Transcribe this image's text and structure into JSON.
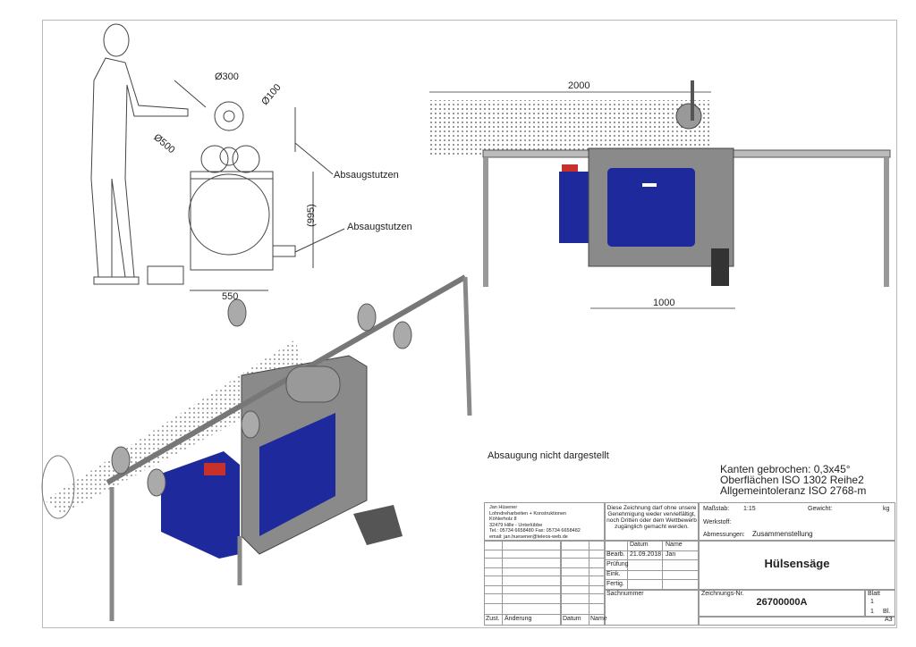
{
  "views": {
    "side": {
      "dia1": "Ø300",
      "dia2": "Ø100",
      "dia3": "Ø500",
      "suction1": "Absaugstutzen",
      "suction2": "Absaugstutzen",
      "height": "(995)",
      "width": "550"
    },
    "front": {
      "length": "2000",
      "width": "1000"
    },
    "iso": {
      "note": "Absaugung nicht dargestellt"
    }
  },
  "notes": [
    "Kanten gebrochen: 0,3x45°",
    "Oberflächen ISO 1302 Reihe2",
    "Allgemeintoleranz ISO 2768-m"
  ],
  "title_block": {
    "company": [
      "Jan Hüsener",
      "Lohndreharbeiten + Konstruktionen",
      "Köhlerholz 8",
      "32479 Hille - Unterlübbe",
      "Tel.: 05734 6658480  Fax: 05734 6658482",
      "email: jan.huesener@teleos-web.de"
    ],
    "copyright": "Diese Zeichnung darf ohne unsere Genehmigung weder vervielfältigt, noch Dritten oder dem Wettbewerb zugänglich gemacht werden.",
    "scale_label": "Maßstab:",
    "scale": "1:15",
    "weight_label": "Gewicht:",
    "weight_unit": "kg",
    "material_label": "Werkstoff:",
    "dimensions_label": "Abmessungen:",
    "dimensions": "Zusammenstellung",
    "date_header": "Datum",
    "name_header": "Name",
    "rows": [
      {
        "label": "Bearb.",
        "date": "21.09.2018",
        "name": "Jan"
      },
      {
        "label": "Prüfung"
      },
      {
        "label": "Eink."
      },
      {
        "label": "Fertig."
      }
    ],
    "part_number_label": "Sachnummer",
    "title": "Hülsensäge",
    "drawing_no_label": "Zeichnungs-Nr.",
    "drawing_no": "26700000A",
    "sheet_label": "Blatt",
    "sheet": "1",
    "sheets": "1",
    "sheets_label": "Bl.",
    "format": "A3",
    "revision_headers": [
      "Zust.",
      "Änderung",
      "Datum",
      "Name"
    ]
  },
  "colors": {
    "machine_blue": "#1e2a9c",
    "steel": "#8a8a8a",
    "red": "#c8302a"
  }
}
